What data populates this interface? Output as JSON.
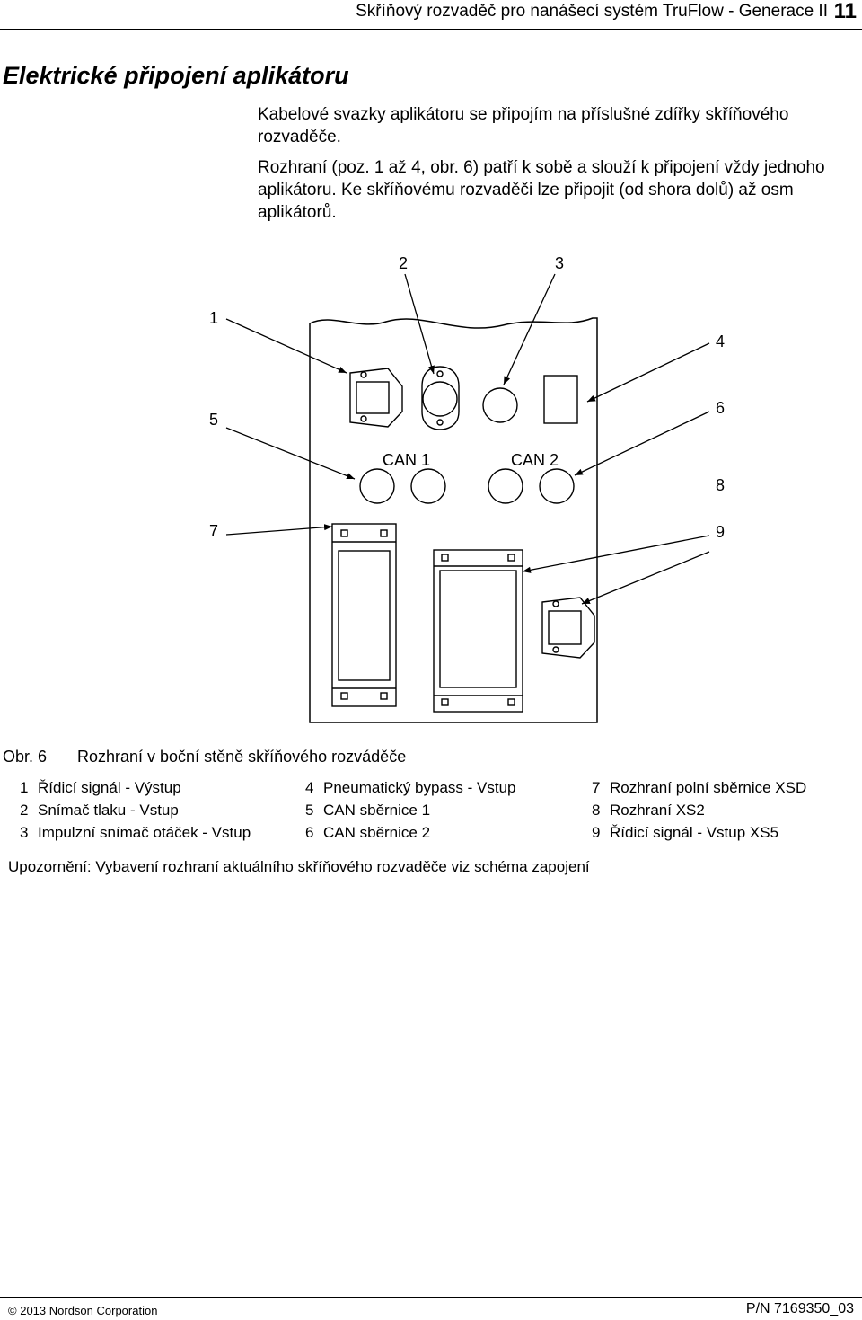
{
  "header": {
    "title": "Skříňový rozvaděč pro nanášecí systém TruFlow - Generace II",
    "page_number": "11"
  },
  "section": {
    "title": "Elektrické připojení aplikátoru"
  },
  "body": {
    "paragraph1": "Kabelové svazky aplikátoru se připojím na příslušné zdířky skříňového rozvaděče.",
    "paragraph2": "Rozhraní (poz. 1 až 4, obr. 6) patří k sobě a slouží k připojení vždy jednoho aplikátoru. Ke skříňovému rozvaděči lze připojit (od shora dolů) až osm aplikátorů."
  },
  "figure": {
    "callouts": [
      "1",
      "2",
      "3",
      "4",
      "5",
      "6",
      "7",
      "8",
      "9"
    ],
    "can_labels": [
      "CAN 1",
      "CAN 2"
    ],
    "caption_label": "Obr. 6",
    "caption_text": "Rozhraní v boční stěně skříňového rozváděče"
  },
  "legend": {
    "columns": [
      [
        {
          "num": "1",
          "text": "Řídicí signál - Výstup"
        },
        {
          "num": "2",
          "text": "Snímač tlaku - Vstup"
        },
        {
          "num": "3",
          "text": "Impulzní snímač otáček - Vstup"
        }
      ],
      [
        {
          "num": "4",
          "text": "Pneumatický bypass - Vstup"
        },
        {
          "num": "5",
          "text": "CAN sběrnice 1"
        },
        {
          "num": "6",
          "text": "CAN sběrnice 2"
        }
      ],
      [
        {
          "num": "7",
          "text": "Rozhraní polní sběrnice XSD"
        },
        {
          "num": "8",
          "text": "Rozhraní XS2"
        },
        {
          "num": "9",
          "text": "Řídicí signál - Vstup XS5"
        }
      ]
    ]
  },
  "note": "Upozornění: Vybavení rozhraní aktuálního skříňového rozvaděče viz schéma zapojení",
  "footer": {
    "copyright_symbol": "©",
    "copyright": "2013 Nordson Corporation",
    "part_number": "P/N 7169350_03"
  }
}
